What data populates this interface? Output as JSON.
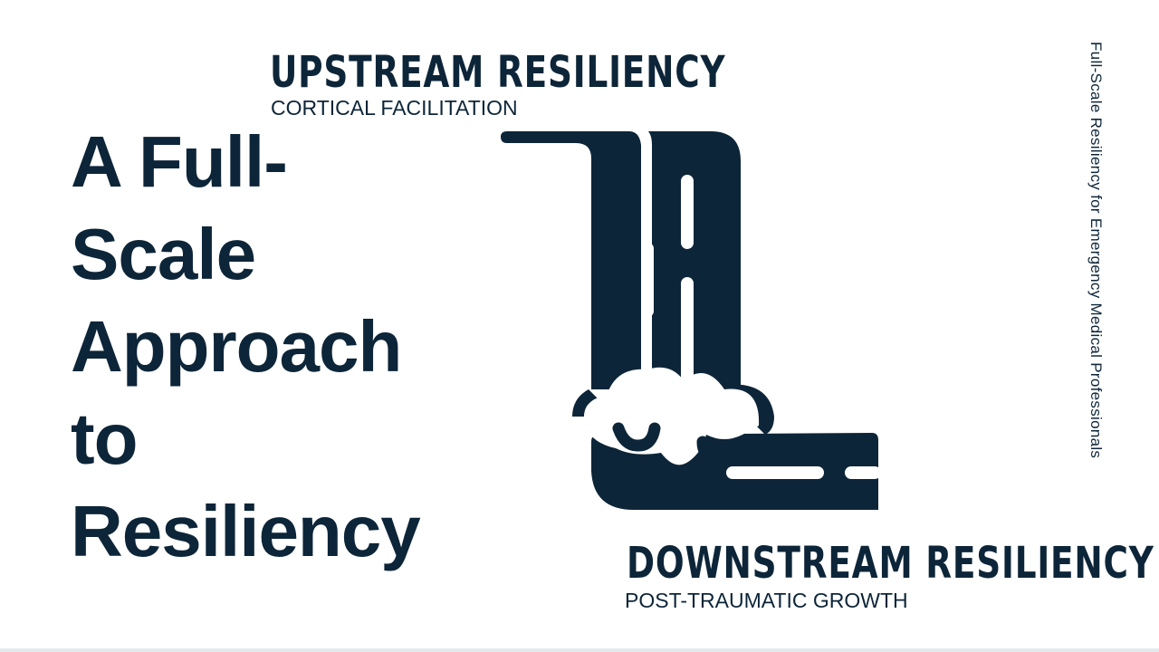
{
  "slide": {
    "title": "A Full-Scale Approach to Resiliency",
    "title_lines": [
      "A Full-",
      "Scale",
      "Approach",
      "to",
      "Resiliency"
    ],
    "upstream": {
      "heading": "UPSTREAM RESILIENCY",
      "subheading": "CORTICAL FACILITATION"
    },
    "downstream": {
      "heading": "DOWNSTREAM RESILIENCY",
      "subheading": "POST-TRAUMATIC GROWTH"
    },
    "side_text": "Full-Scale Resiliency for Emergency Medical Professionals",
    "icon": "waterfall-icon",
    "colors": {
      "primary": "#0d2538",
      "background": "#ffffff"
    }
  }
}
